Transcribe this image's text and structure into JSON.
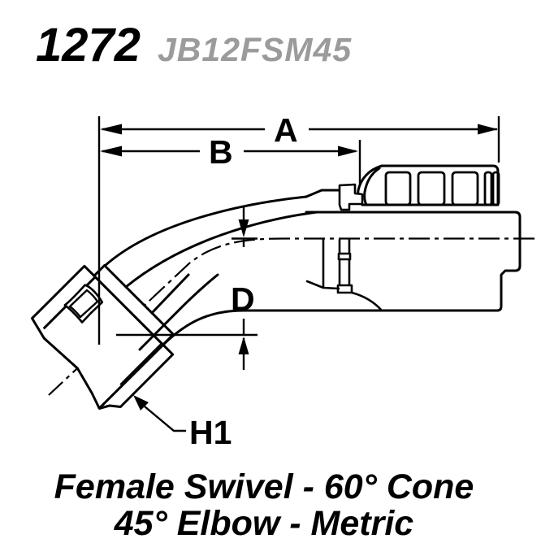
{
  "header": {
    "part_number": "1272",
    "part_code": "JB12FSM45"
  },
  "drawing": {
    "type": "technical-line-drawing",
    "subject": "hydraulic hose fitting, female swivel 45-degree elbow with crimp shell",
    "dimension_labels": {
      "a": "A",
      "b": "B",
      "d": "D",
      "h1": "H1"
    }
  },
  "caption": {
    "line1": "Female Swivel - 60° Cone",
    "line2": "45° Elbow - Metric"
  },
  "colors": {
    "ink": "#000000",
    "muted_gray": "#9b9b9b",
    "background": "#ffffff"
  }
}
